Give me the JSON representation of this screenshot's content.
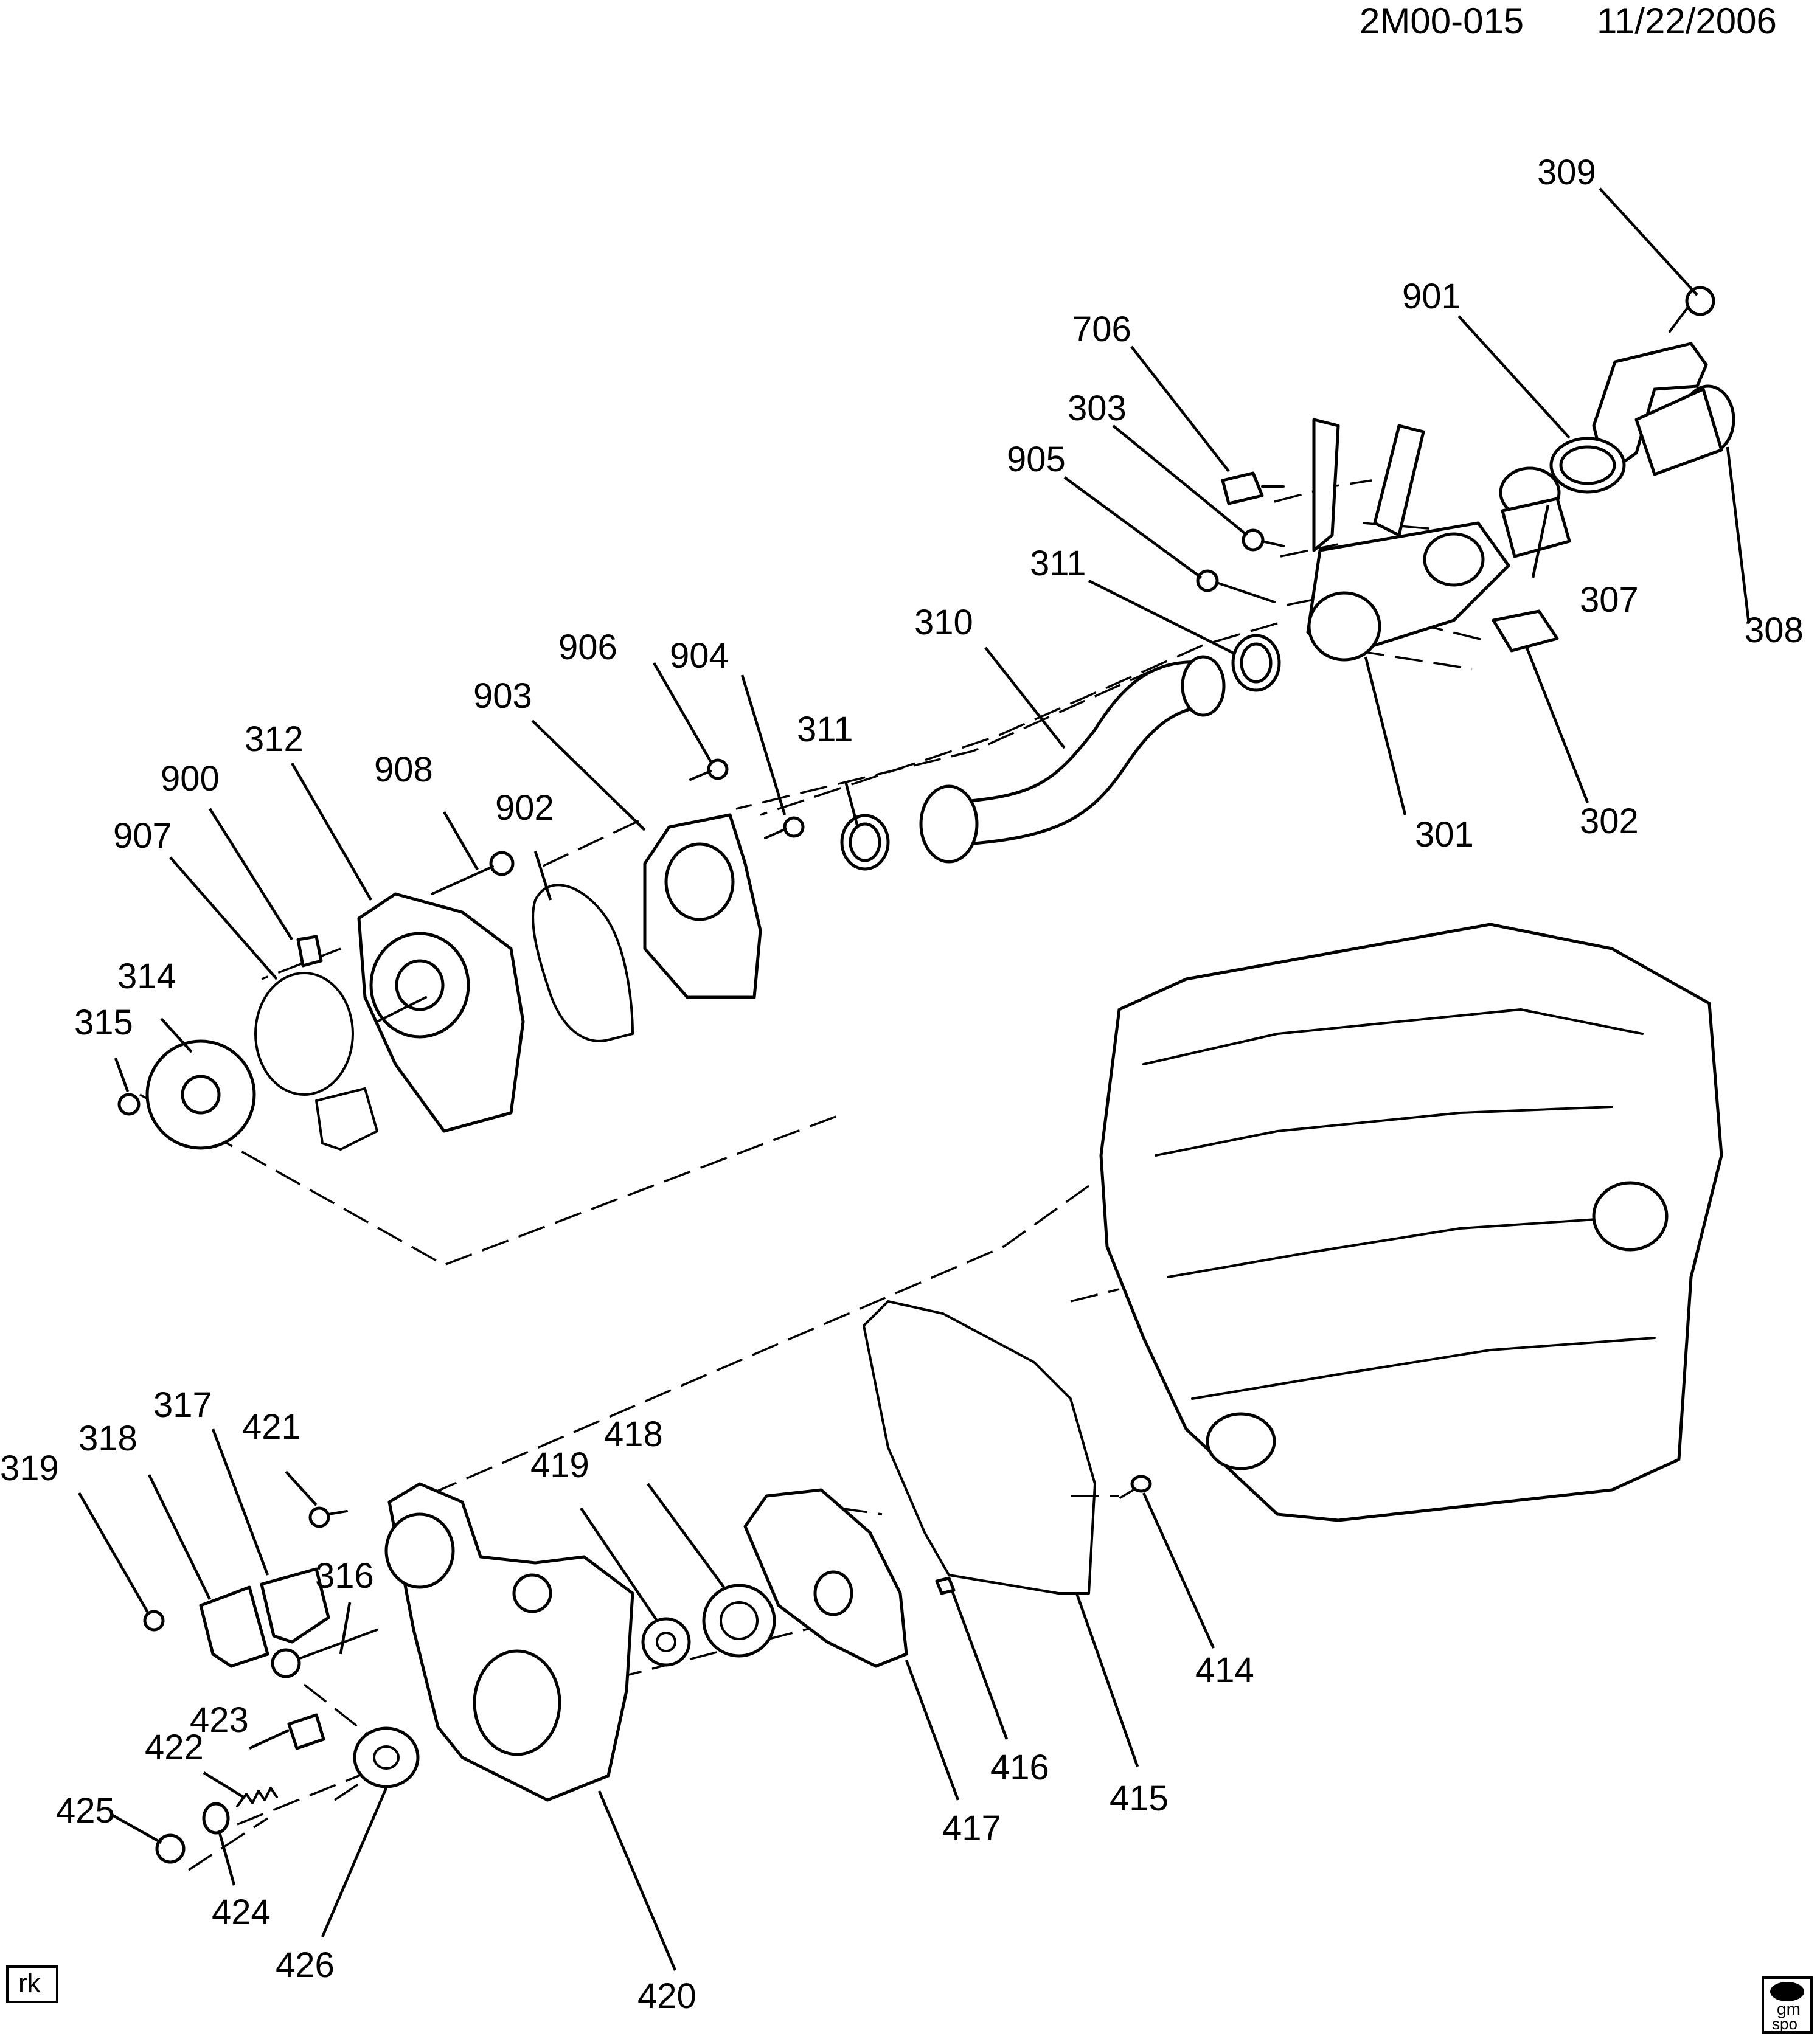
{
  "header": {
    "code": "2M00-015",
    "date": "11/22/2006"
  },
  "footer": {
    "initials": "rk",
    "logo_line1": "gm",
    "logo_line2": "spo"
  },
  "callouts": {
    "c309": "309",
    "c901": "901",
    "c706": "706",
    "c303": "303",
    "c905": "905",
    "c311a": "311",
    "c310": "310",
    "c307": "307",
    "c308": "308",
    "c301": "301",
    "c302": "302",
    "c906": "906",
    "c904": "904",
    "c903": "903",
    "c311b": "311",
    "c312": "312",
    "c908": "908",
    "c902": "902",
    "c900": "900",
    "c907": "907",
    "c314": "314",
    "c315": "315",
    "c317": "317",
    "c421": "421",
    "c318": "318",
    "c418": "418",
    "c319": "319",
    "c419": "419",
    "c316": "316",
    "c414": "414",
    "c423": "423",
    "c422": "422",
    "c425": "425",
    "c416": "416",
    "c415": "415",
    "c417": "417",
    "c424": "424",
    "c426": "426",
    "c420": "420"
  }
}
